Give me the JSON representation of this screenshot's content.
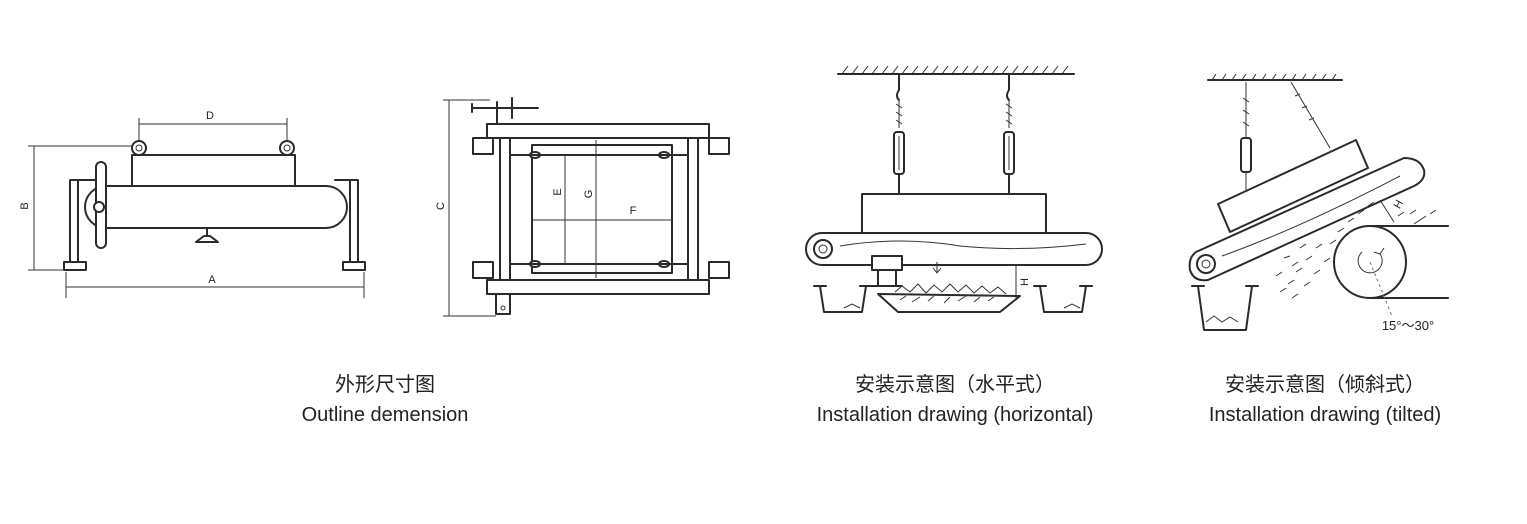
{
  "drawings": {
    "outline": {
      "caption_cn": "外形尺寸图",
      "caption_en": "Outline demension",
      "dim_labels": {
        "A": "A",
        "B": "B",
        "C": "C",
        "D": "D",
        "E": "E",
        "F": "F",
        "G": "G"
      }
    },
    "horizontal": {
      "caption_cn": "安装示意图（水平式）",
      "caption_en": "Installation drawing  (horizontal)",
      "dim_label": "H"
    },
    "tilted": {
      "caption_cn": "安装示意图（倾斜式）",
      "caption_en": "Installation drawing  (tilted)",
      "dim_label": "H",
      "angle_label": "15°～30°"
    }
  },
  "colors": {
    "line": "#2a2a2a",
    "background": "#ffffff"
  }
}
